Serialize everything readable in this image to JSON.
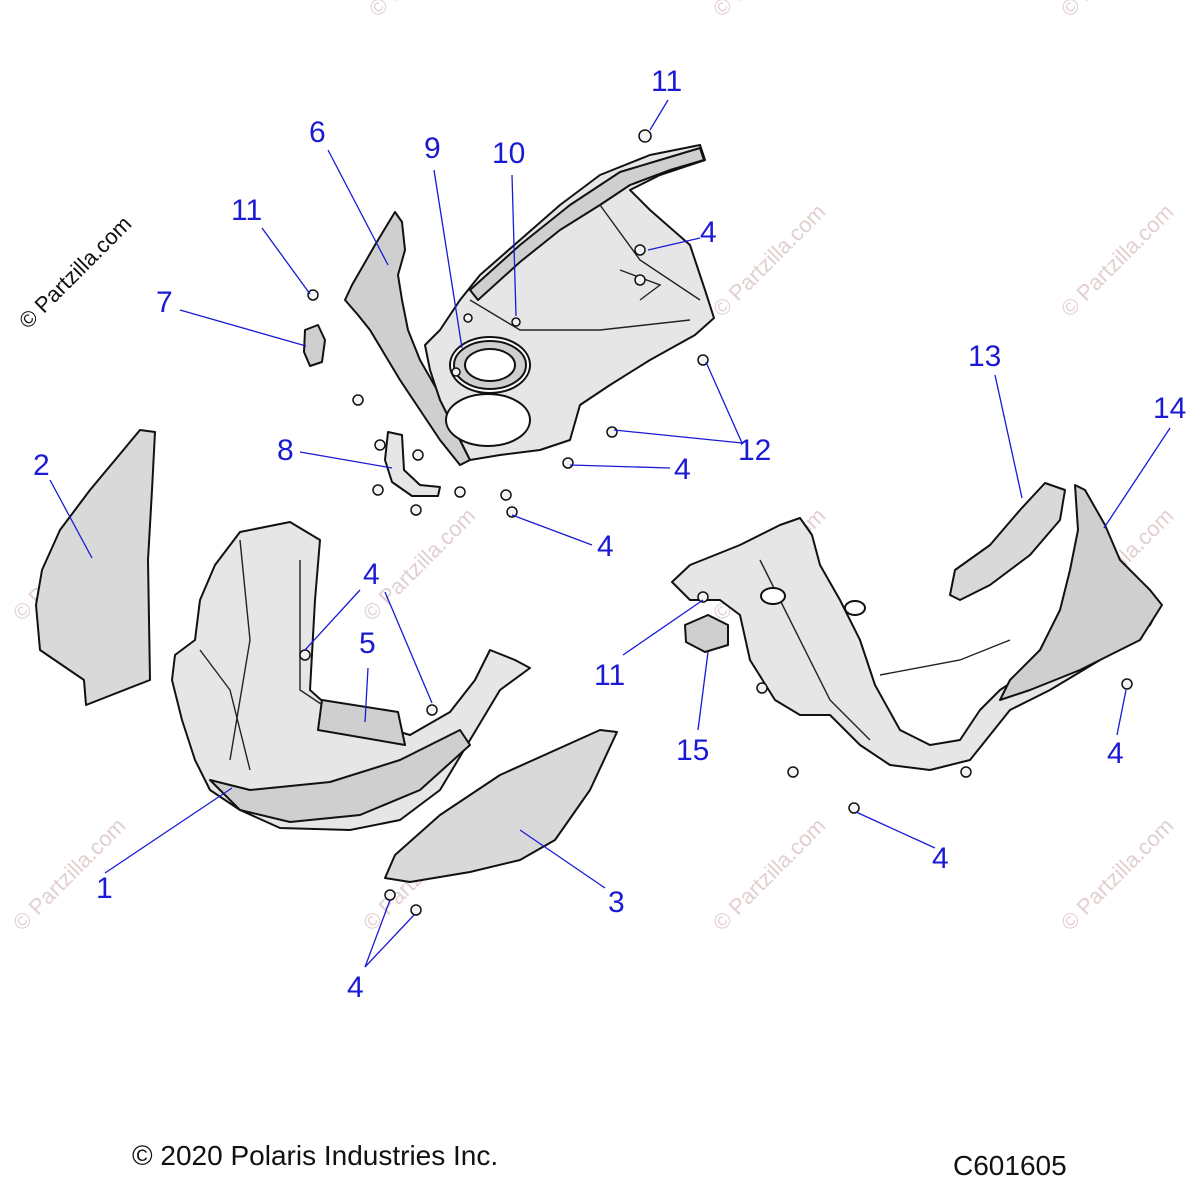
{
  "watermark": {
    "text": "© Partzilla.com"
  },
  "callouts": [
    "1",
    "2",
    "3",
    "4",
    "4",
    "4",
    "4",
    "4",
    "4",
    "4",
    "4",
    "5",
    "6",
    "7",
    "8",
    "9",
    "10",
    "11",
    "11",
    "11",
    "12",
    "13",
    "14",
    "15"
  ],
  "footer": {
    "copyright": "© 2020 Polaris Industries Inc.",
    "diagram_code": "C601605"
  },
  "colors": {
    "callout": "#1a1ad6",
    "line_art": "#111111",
    "part_fill": "#e6e6e6"
  }
}
